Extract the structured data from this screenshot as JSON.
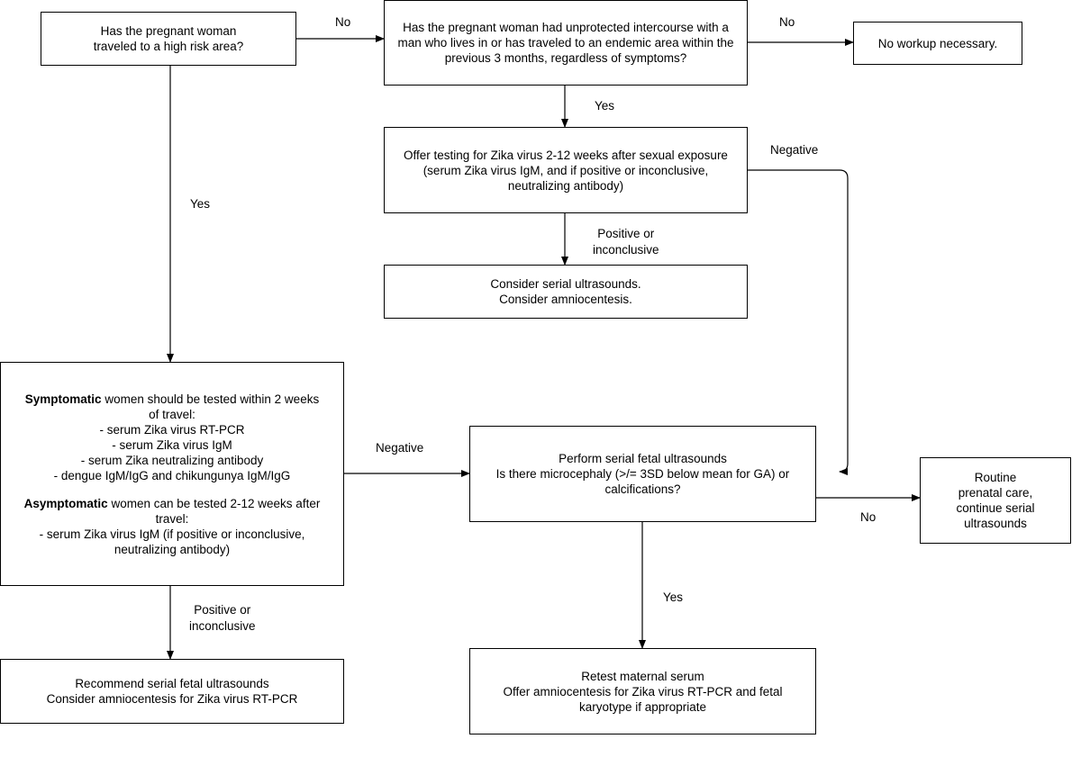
{
  "nodes": {
    "q_travel": {
      "lines": [
        "Has the pregnant woman",
        "traveled to a high risk area?"
      ]
    },
    "q_intercourse": {
      "lines": [
        "Has the pregnant woman had unprotected intercourse with a",
        "man who lives in or has traveled to an endemic area within the",
        "previous 3 months, regardless of symptoms?"
      ]
    },
    "no_workup": {
      "lines": [
        "No workup necessary."
      ]
    },
    "offer_testing": {
      "lines": [
        "Offer testing for Zika virus 2-12 weeks after sexual exposure",
        "(serum Zika virus IgM, and if positive or inconclusive,",
        "neutralizing antibody)"
      ]
    },
    "consider_serial": {
      "lines": [
        "Consider serial ultrasounds.",
        "Consider amniocentesis."
      ]
    },
    "testing_block": {
      "symptomatic_bold": "Symptomatic",
      "symptomatic_rest": " women should be tested within 2 weeks",
      "symptomatic_lines": [
        "of travel:",
        "- serum Zika virus RT-PCR",
        "- serum Zika virus IgM",
        "- serum Zika neutralizing antibody",
        "- dengue IgM/IgG and chikungunya IgM/IgG"
      ],
      "asymptomatic_bold": "Asymptomatic",
      "asymptomatic_rest": " women can be tested 2-12 weeks after",
      "asymptomatic_lines": [
        "travel:",
        "- serum Zika virus IgM (if positive or inconclusive,",
        "neutralizing antibody)"
      ]
    },
    "perform_serial": {
      "lines": [
        "Perform serial fetal ultrasounds",
        "Is there microcephaly (>/= 3SD below mean for GA) or",
        "calcifications?"
      ]
    },
    "routine": {
      "lines": [
        "Routine",
        "prenatal care,",
        "continue serial",
        "ultrasounds"
      ]
    },
    "recommend": {
      "lines": [
        "Recommend serial fetal ultrasounds",
        "Consider amniocentesis for Zika virus RT-PCR"
      ]
    },
    "retest": {
      "lines": [
        "Retest maternal serum",
        "Offer amniocentesis for Zika virus RT-PCR and fetal",
        "karyotype if appropriate"
      ]
    }
  },
  "edge_labels": {
    "no_1": "No",
    "no_2": "No",
    "yes_1": "Yes",
    "yes_2": "Yes",
    "yes_3": "Yes",
    "negative_1": "Negative",
    "negative_2": "Negative",
    "no_3": "No",
    "pos_inc_1": [
      "Positive or",
      "inconclusive"
    ],
    "pos_inc_2": [
      "Positive or",
      "inconclusive"
    ]
  }
}
